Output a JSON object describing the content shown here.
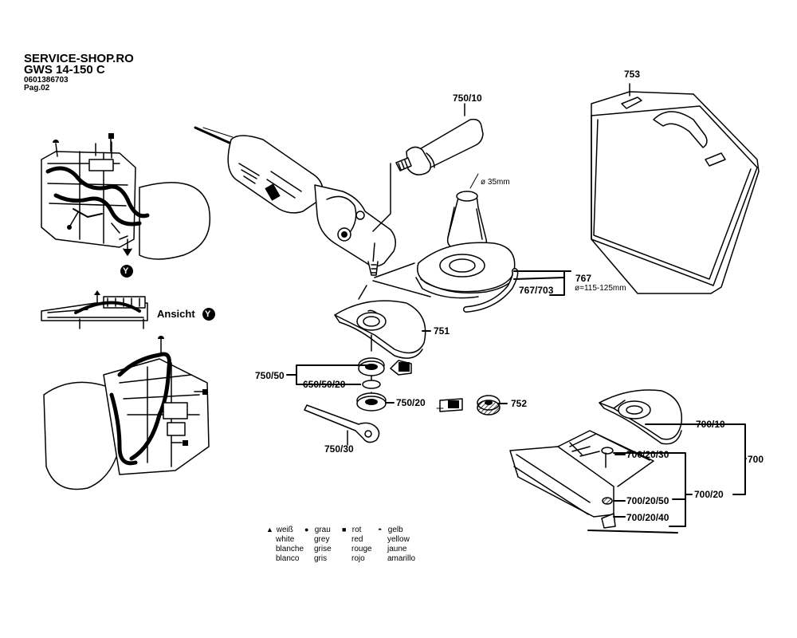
{
  "header": {
    "shop": "SERVICE-SHOP.RO",
    "model": "GWS 14-150 C",
    "code": "0601386703",
    "page": "Pag.02"
  },
  "view_label": {
    "text": "Ansicht",
    "marker": "Y"
  },
  "callouts": {
    "p753": "753",
    "p750_10": "750/10",
    "p767": "767",
    "p767_703": "767/703",
    "p751": "751",
    "p750_50": "750/50",
    "p650_50_20": "650/50/20",
    "p750_20": "750/20",
    "p752": "752",
    "p750_30": "750/30",
    "p700_10": "700/10",
    "p700": "700",
    "p700_20_30": "700/20/30",
    "p700_20": "700/20",
    "p700_20_50": "700/20/50",
    "p700_20_40": "700/20/40"
  },
  "notes": {
    "dia35": "ø 35mm",
    "dia_range": "ø=115-125mm"
  },
  "legend": [
    {
      "symbol": "▲",
      "icon": "triangle-icon",
      "de": "weiß",
      "en": "white",
      "fr": "blanche",
      "es": "blanco"
    },
    {
      "symbol": "●",
      "icon": "dot-icon",
      "de": "grau",
      "en": "grey",
      "fr": "grise",
      "es": "gris"
    },
    {
      "symbol": "■",
      "icon": "square-icon",
      "de": "rot",
      "en": "red",
      "fr": "rouge",
      "es": "rojo"
    },
    {
      "symbol": "◓",
      "icon": "half-circle-icon",
      "de": "gelb",
      "en": "yellow",
      "fr": "jaune",
      "es": "amarillo"
    }
  ],
  "colors": {
    "ink": "#000000",
    "paper": "#ffffff",
    "shade": "#bdbdbd"
  }
}
